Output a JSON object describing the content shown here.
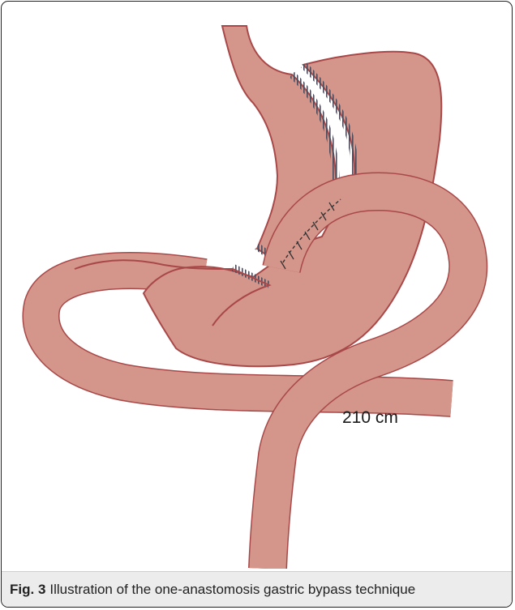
{
  "figure": {
    "label": "Fig. 3",
    "caption": "Illustration of the one-anastomosis gastric bypass technique"
  },
  "annotations": {
    "limb_length": "210 cm"
  },
  "colors": {
    "tissue_fill": "#d4958a",
    "tissue_outline": "#a94848",
    "staple_line": "#555566",
    "caption_background": "#ececec"
  }
}
